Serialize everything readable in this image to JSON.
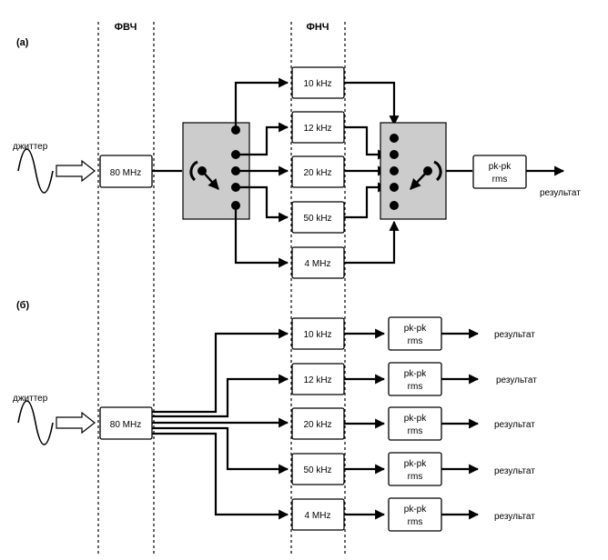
{
  "headers": {
    "hpf": "ФВЧ",
    "lpf": "ФНЧ"
  },
  "panel_a": {
    "label": "(а)",
    "input_label": "джиттер",
    "hpf_value": "80 MHz",
    "filters": [
      "10 kHz",
      "12 kHz",
      "20 kHz",
      "50 kHz",
      "4 MHz"
    ],
    "meter": [
      "pk-pk",
      "rms"
    ],
    "output_label": "результат"
  },
  "panel_b": {
    "label": "(б)",
    "input_label": "джиттер",
    "hpf_value": "80 MHz",
    "filters": [
      "10 kHz",
      "12 kHz",
      "20 kHz",
      "50 kHz",
      "4 MHz"
    ],
    "meter": [
      "pk-pk",
      "rms"
    ],
    "output_label": "результат"
  },
  "colors": {
    "switch_fill": "#cccccc",
    "line": "#000000"
  }
}
